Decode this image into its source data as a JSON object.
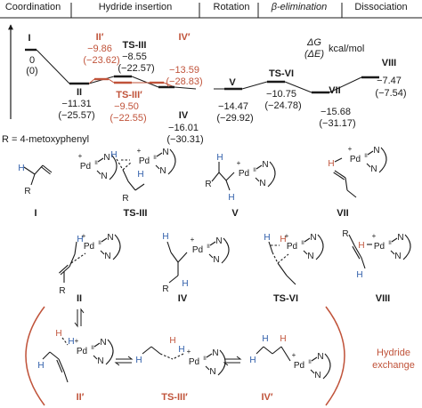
{
  "colors": {
    "ink": "#1a1a1a",
    "accent": "#c0533a",
    "hydrogen": "#2b5aa8"
  },
  "stages": {
    "coordination": "Coordination",
    "hydride_insertion": "Hydride insertion",
    "rotation": "Rotation",
    "beta_elimination": "β-elimination",
    "dissociation": "Dissociation"
  },
  "units": {
    "dg": "ΔG",
    "de": "(ΔE)",
    "unit": "kcal/mol"
  },
  "states": {
    "I": {
      "label": "I",
      "dg": "0",
      "de": "(0)"
    },
    "II": {
      "label": "II",
      "dg": "−11.31",
      "de": "(−25.57)"
    },
    "II_prime": {
      "label": "II′",
      "dg": "−9.86",
      "de": "(−23.62)"
    },
    "TS_III": {
      "label": "TS-III",
      "dg": "−8.55",
      "de": "(−22.57)"
    },
    "TS_III_prime": {
      "label": "TS-III′",
      "dg": "−9.50",
      "de": "(−22.55)"
    },
    "IV_prime": {
      "label": "IV′",
      "dg": "−13.59",
      "de": "(−28.83)"
    },
    "IV": {
      "label": "IV",
      "dg": "−16.01",
      "de": "(−30.31)"
    },
    "V": {
      "label": "V",
      "dg": "−14.47",
      "de": "(−29.92)"
    },
    "TS_VI": {
      "label": "TS-VI",
      "dg": "−10.75",
      "de": "(−24.78)"
    },
    "VII": {
      "label": "VII",
      "dg": "−15.68",
      "de": "(−31.17)"
    },
    "VIII": {
      "label": "VIII",
      "dg": "−7.47",
      "de": "(−7.54)"
    }
  },
  "r_definition": "R = 4-metoxyphenyl",
  "structure_labels": {
    "I": "I",
    "TS_III": "TS-III",
    "V": "V",
    "VII": "VII",
    "II": "II",
    "IV": "IV",
    "TS_VI": "TS-VI",
    "VIII": "VIII",
    "II_prime": "II′",
    "TS_III_prime": "TS-III′",
    "IV_prime": "IV′"
  },
  "atoms": {
    "H": "H",
    "R": "R",
    "N": "N",
    "Pd": "Pd",
    "ox": "II",
    "plus": "+"
  },
  "hydride_exchange": {
    "line1": "Hydride",
    "line2": "exchange"
  }
}
